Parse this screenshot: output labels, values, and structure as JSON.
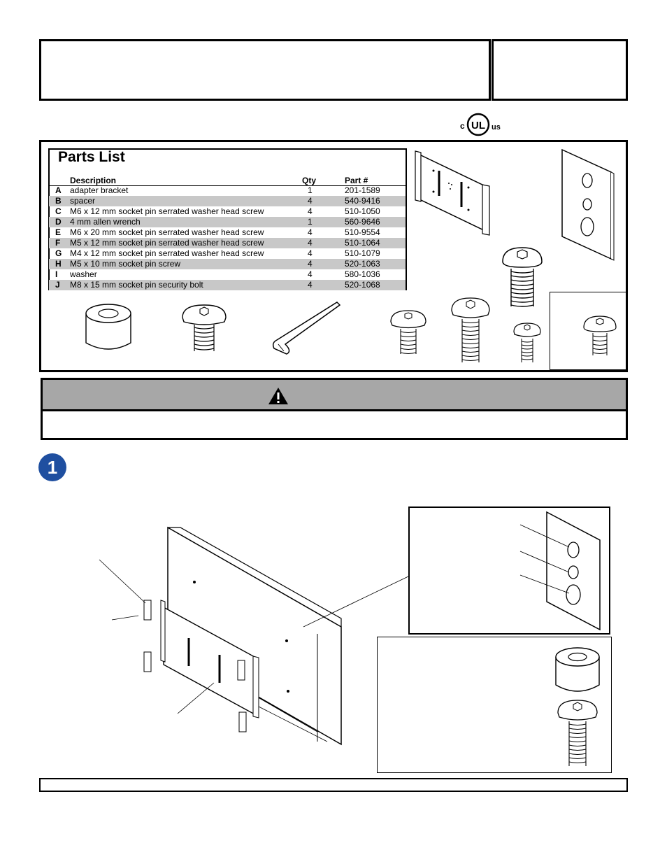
{
  "certification": {
    "mark_letters": {
      "left": "c",
      "center": "UL",
      "right": "us"
    }
  },
  "parts_list": {
    "title": "Parts List",
    "headers": {
      "description": "Description",
      "qty": "Qty",
      "part": "Part #"
    },
    "rows": [
      {
        "letter": "A",
        "description": "adapter bracket",
        "qty": "1",
        "part": "201-1589"
      },
      {
        "letter": "B",
        "description": "spacer",
        "qty": "4",
        "part": "540-9416"
      },
      {
        "letter": "C",
        "description": "M6 x 12 mm socket pin serrated washer head screw",
        "qty": "4",
        "part": "510-1050"
      },
      {
        "letter": "D",
        "description": "4 mm allen wrench",
        "qty": "1",
        "part": "560-9646"
      },
      {
        "letter": "E",
        "description": "M6 x 20 mm socket pin serrated washer head screw",
        "qty": "4",
        "part": "510-9554"
      },
      {
        "letter": "F",
        "description": "M5 x 12 mm socket pin serrated washer head screw",
        "qty": "4",
        "part": "510-1064"
      },
      {
        "letter": "G",
        "description": "M4 x 12 mm socket pin serrated washer head screw",
        "qty": "4",
        "part": "510-1079"
      },
      {
        "letter": "H",
        "description": "M5 x 10 mm socket pin screw",
        "qty": "4",
        "part": "520-1063"
      },
      {
        "letter": "I",
        "description": "washer",
        "qty": "4",
        "part": "580-1036"
      },
      {
        "letter": "J",
        "description": "M8 x 15 mm socket pin security bolt",
        "qty": "4",
        "part": "520-1068"
      }
    ]
  },
  "step": {
    "number": "1"
  },
  "colors": {
    "warning_band": "#a7a7a7",
    "step_badge": "#1f4fa0",
    "row_shade": "#c8c8c8"
  },
  "icons": [
    "warning-triangle-icon"
  ]
}
